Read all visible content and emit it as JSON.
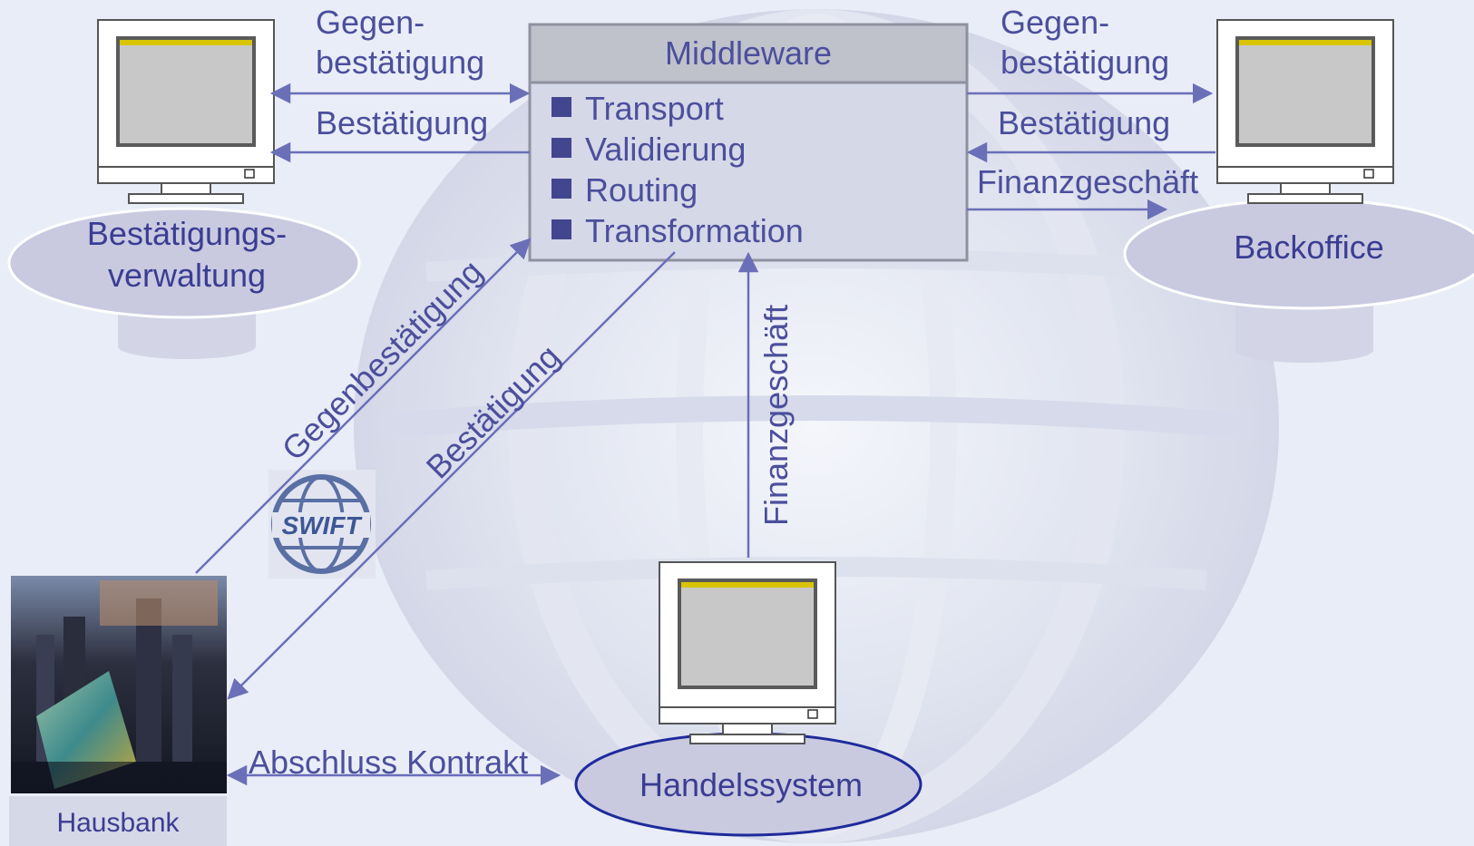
{
  "middleware": {
    "title": "Middleware",
    "items": [
      "Transport",
      "Validierung",
      "Routing",
      "Transformation"
    ]
  },
  "nodes": {
    "confirmation_mgmt": [
      "Bestätigungs-",
      "verwaltung"
    ],
    "backoffice": "Backoffice",
    "trading_system": "Handelssystem",
    "house_bank": "Hausbank"
  },
  "flows": {
    "left_counter_confirmation": [
      "Gegen-",
      "bestätigung"
    ],
    "left_confirmation": "Bestätigung",
    "right_counter_confirmation": [
      "Gegen-",
      "bestätigung"
    ],
    "right_confirmation": "Bestätigung",
    "right_financial_deal": "Finanzgeschäft",
    "diag_counter_confirmation": "Gegenbestätigung",
    "diag_confirmation": "Bestätigung",
    "vertical_financial_deal": "Finanzgeschäft",
    "contract_conclusion": "Abschluss Kontrakt"
  },
  "logo": {
    "text": "SWIFT"
  },
  "colors": {
    "background": "#e9edf7",
    "text": "#4b4f9c",
    "arrow": "#6a6fb8",
    "box_fill": "#d5d8e7",
    "box_header": "#bfc1cb",
    "ellipse_fill": "#c9cae0",
    "bullet": "#42468f"
  }
}
